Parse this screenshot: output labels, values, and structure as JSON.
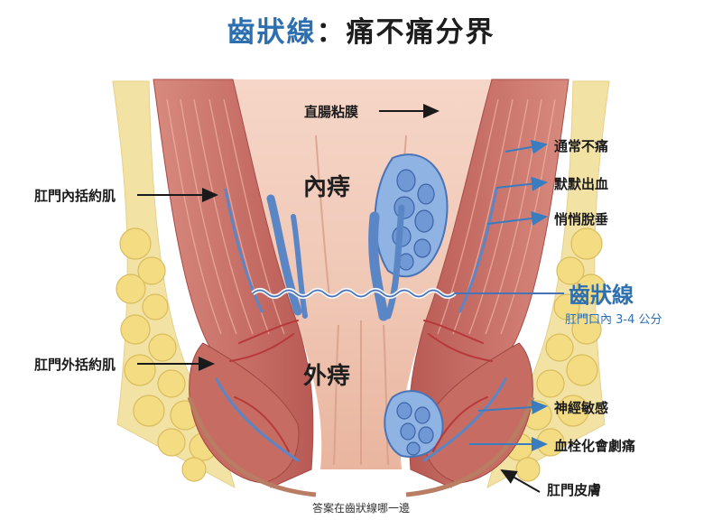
{
  "title": {
    "accent": "齒狀線",
    "rest": "：痛不痛分界"
  },
  "labels": {
    "rectal_mucosa": "直腸粘膜",
    "internal_sphincter": "肛門內括約肌",
    "external_sphincter": "肛門外括約肌",
    "internal_hemorrhoid": "內痔",
    "external_hemorrhoid": "外痔",
    "anal_skin": "肛門皮膚"
  },
  "internal_notes": [
    "通常不痛",
    "默默出血",
    "悄悄脫垂"
  ],
  "external_notes": [
    "神經敏感",
    "血栓化會劇痛"
  ],
  "dentate": {
    "title": "齒狀線",
    "subtitle": "肛門口內 3-4 公分"
  },
  "caption": "答案在齒狀線哪一邊",
  "colors": {
    "accent_blue": "#2e6fb0",
    "arrow_blue": "#3a7cc0",
    "muscle": "#c9706a",
    "mucosa": "#eab9a8",
    "vein": "#5b86c6",
    "fat": "#f1dc8c"
  }
}
